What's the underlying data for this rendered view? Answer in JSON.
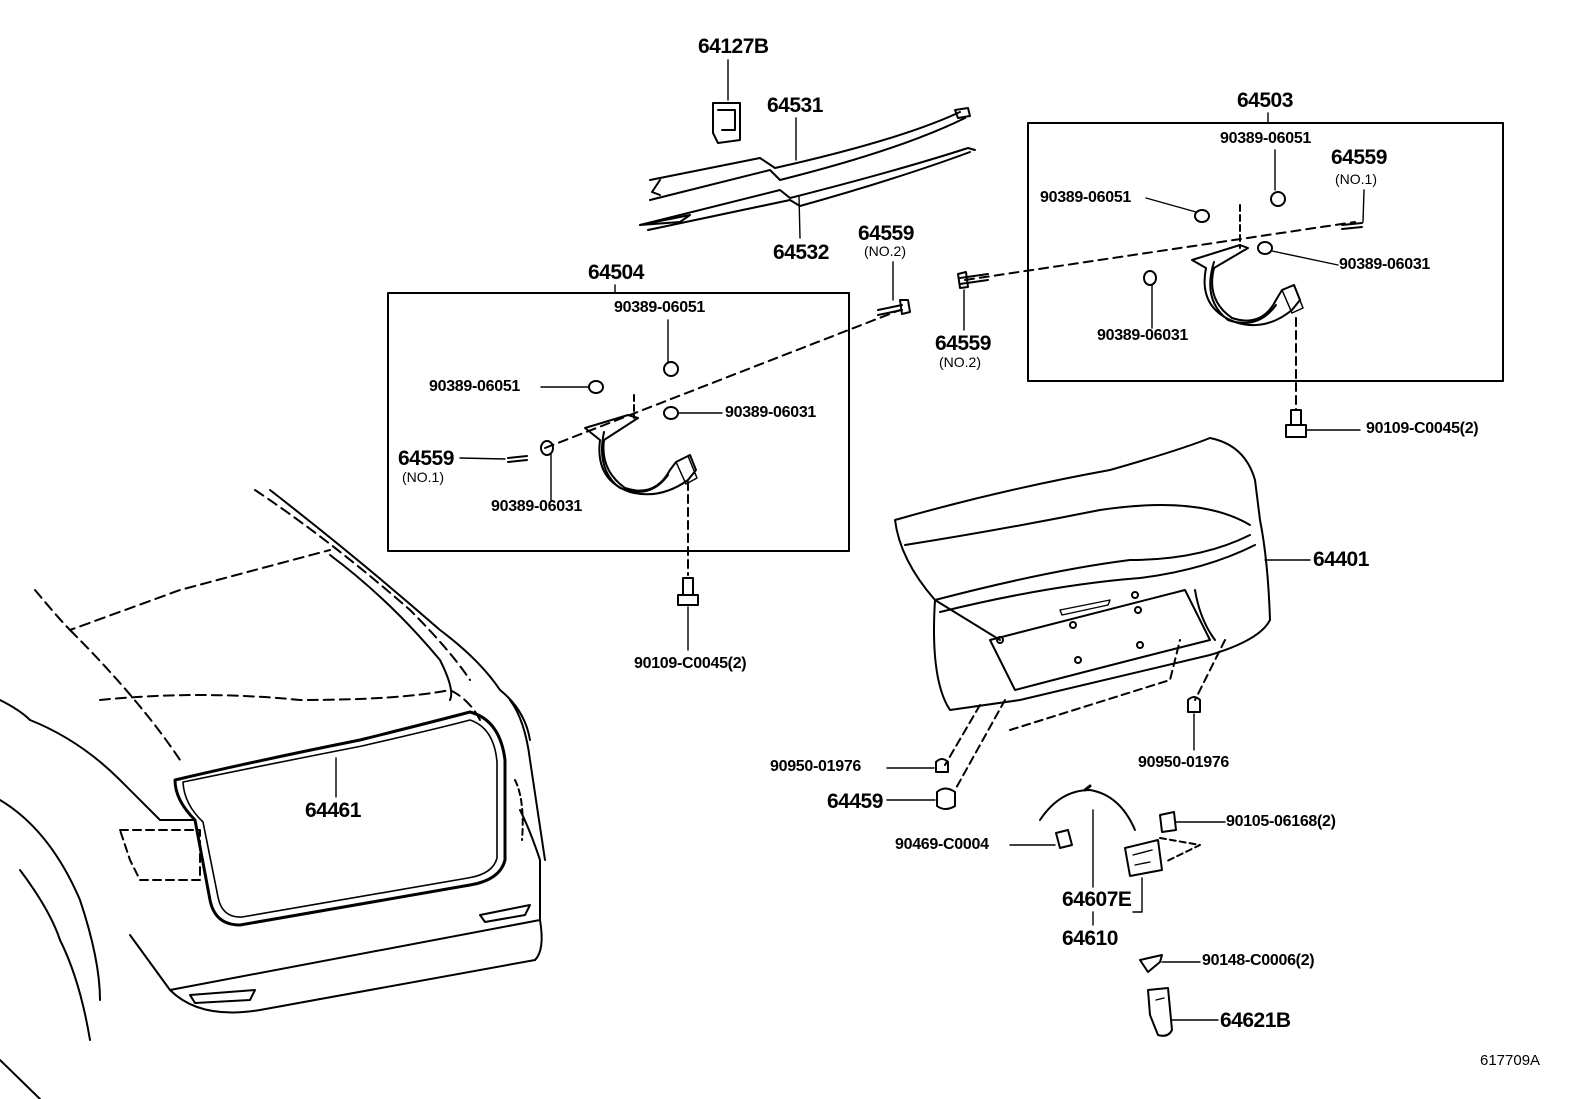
{
  "diagram_id": "617709A",
  "callouts": {
    "c64127B": "64127B",
    "c64531": "64531",
    "c64532": "64532",
    "c64503": "64503",
    "c64504": "64504",
    "c64559_no2_left": "64559",
    "c64559_no2_left_note": "(NO.2)",
    "c64559_no2_right": "64559",
    "c64559_no2_right_note": "(NO.2)",
    "c64559_no1_right": "64559",
    "c64559_no1_right_note": "(NO.1)",
    "c64559_no1_left": "64559",
    "c64559_no1_left_note": "(NO.1)",
    "r_06051_a": "90389-06051",
    "r_06051_b": "90389-06051",
    "r_06051_c": "90389-06051",
    "r_06051_d": "90389-06051",
    "r_06031_a": "90389-06031",
    "r_06031_b": "90389-06031",
    "l_06031_a": "90389-06031",
    "l_06031_b": "90389-06031",
    "c0045_right": "90109-C0045(2)",
    "c0045_left": "90109-C0045(2)",
    "c64401": "64401",
    "c64461": "64461",
    "c01976_left": "90950-01976",
    "c01976_right": "90950-01976",
    "c64459": "64459",
    "c90469": "90469-C0004",
    "c90105": "90105-06168(2)",
    "c64607E": "64607E",
    "c64610": "64610",
    "c90148": "90148-C0006(2)",
    "c64621B": "64621B"
  }
}
